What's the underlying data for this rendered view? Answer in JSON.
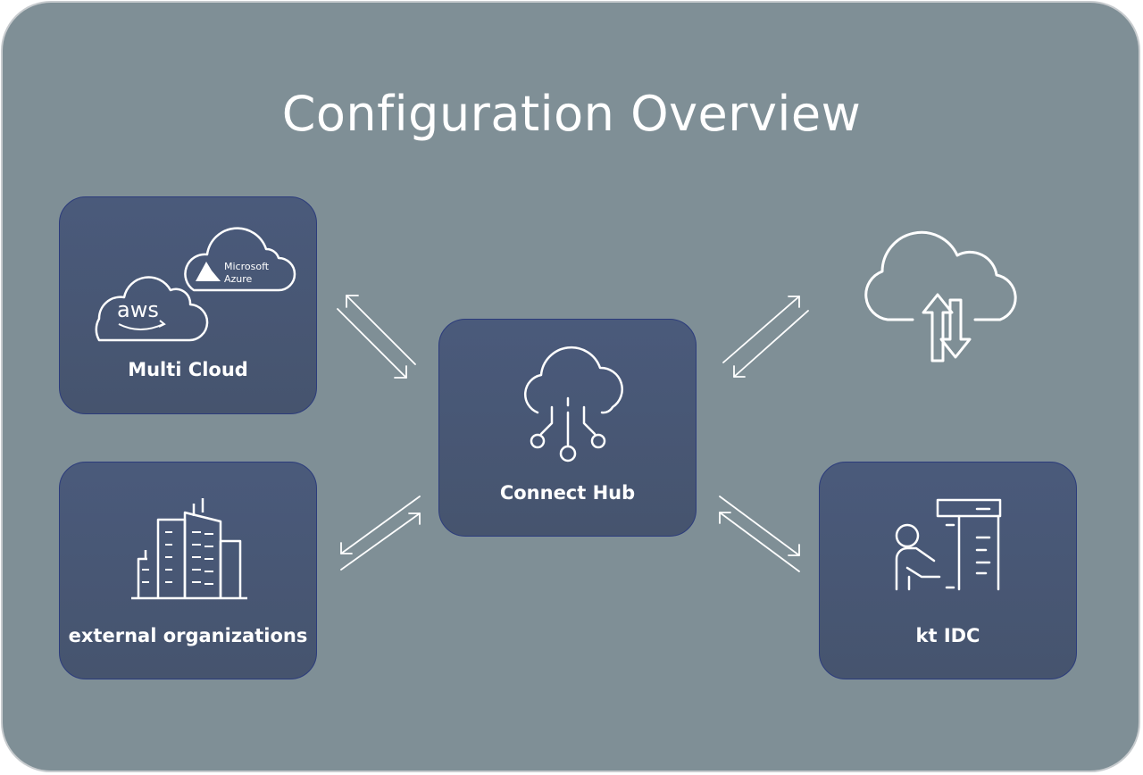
{
  "title": "Configuration Overview",
  "nodes": {
    "multi_cloud": {
      "label": "Multi Cloud",
      "logos": {
        "aws": "aws",
        "azure_line1": "Microsoft",
        "azure_line2": "Azure"
      }
    },
    "connect_hub": {
      "label": "Connect Hub"
    },
    "external_orgs": {
      "label": "external organizations"
    },
    "kt_idc": {
      "label": "kt IDC"
    }
  },
  "icons": {
    "multi_cloud": "cloud-logos-icon",
    "connect_hub": "cloud-network-icon",
    "internet": "cloud-upload-download-icon",
    "external_orgs": "buildings-icon",
    "kt_idc": "server-technician-icon"
  },
  "colors": {
    "background": "#7f8f96",
    "node_fill": "#4a5a7b",
    "node_border": "#2c3c7c",
    "foreground": "#ffffff"
  }
}
